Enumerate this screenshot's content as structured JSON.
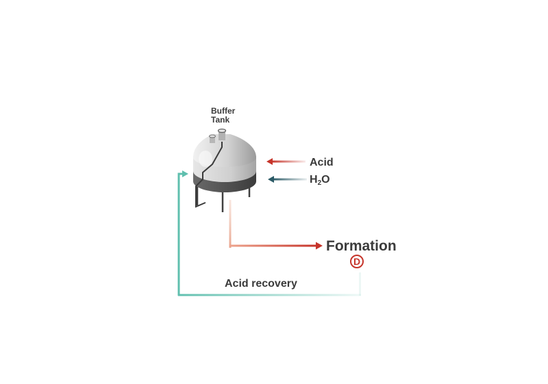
{
  "tank": {
    "title_line1": "Buffer",
    "title_line2": "Tank"
  },
  "inputs": {
    "acid": "Acid",
    "water_main": "H",
    "water_sub": "2",
    "water_end": "O"
  },
  "output": {
    "label": "Formation",
    "badge": "D"
  },
  "loop": {
    "label": "Acid recovery"
  },
  "colors": {
    "acid_red": "#c6342a",
    "water_teal": "#2b5a66",
    "recovery_green": "#5fbfae",
    "text": "#3a3a3a"
  }
}
